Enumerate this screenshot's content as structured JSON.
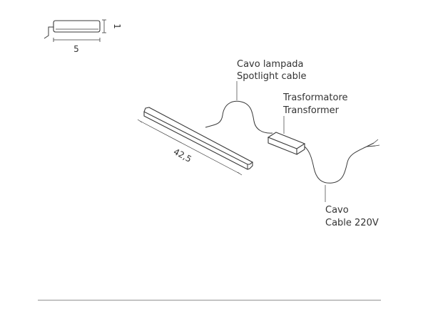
{
  "colors": {
    "line": "#3a3a3a",
    "text": "#333333",
    "footer_rule": "#8a8a8a",
    "background": "#ffffff"
  },
  "section_profile": {
    "width_label": "5",
    "height_label": "1"
  },
  "lamp": {
    "length_label": "42,5"
  },
  "callouts": {
    "spotlight_cable": {
      "line_it": "Cavo lampada",
      "line_en": "Spotlight cable"
    },
    "transformer": {
      "line_it": "Trasformatore",
      "line_en": "Transformer"
    },
    "supply_cable": {
      "line_it": "Cavo",
      "line_en": "Cable 220V"
    }
  }
}
